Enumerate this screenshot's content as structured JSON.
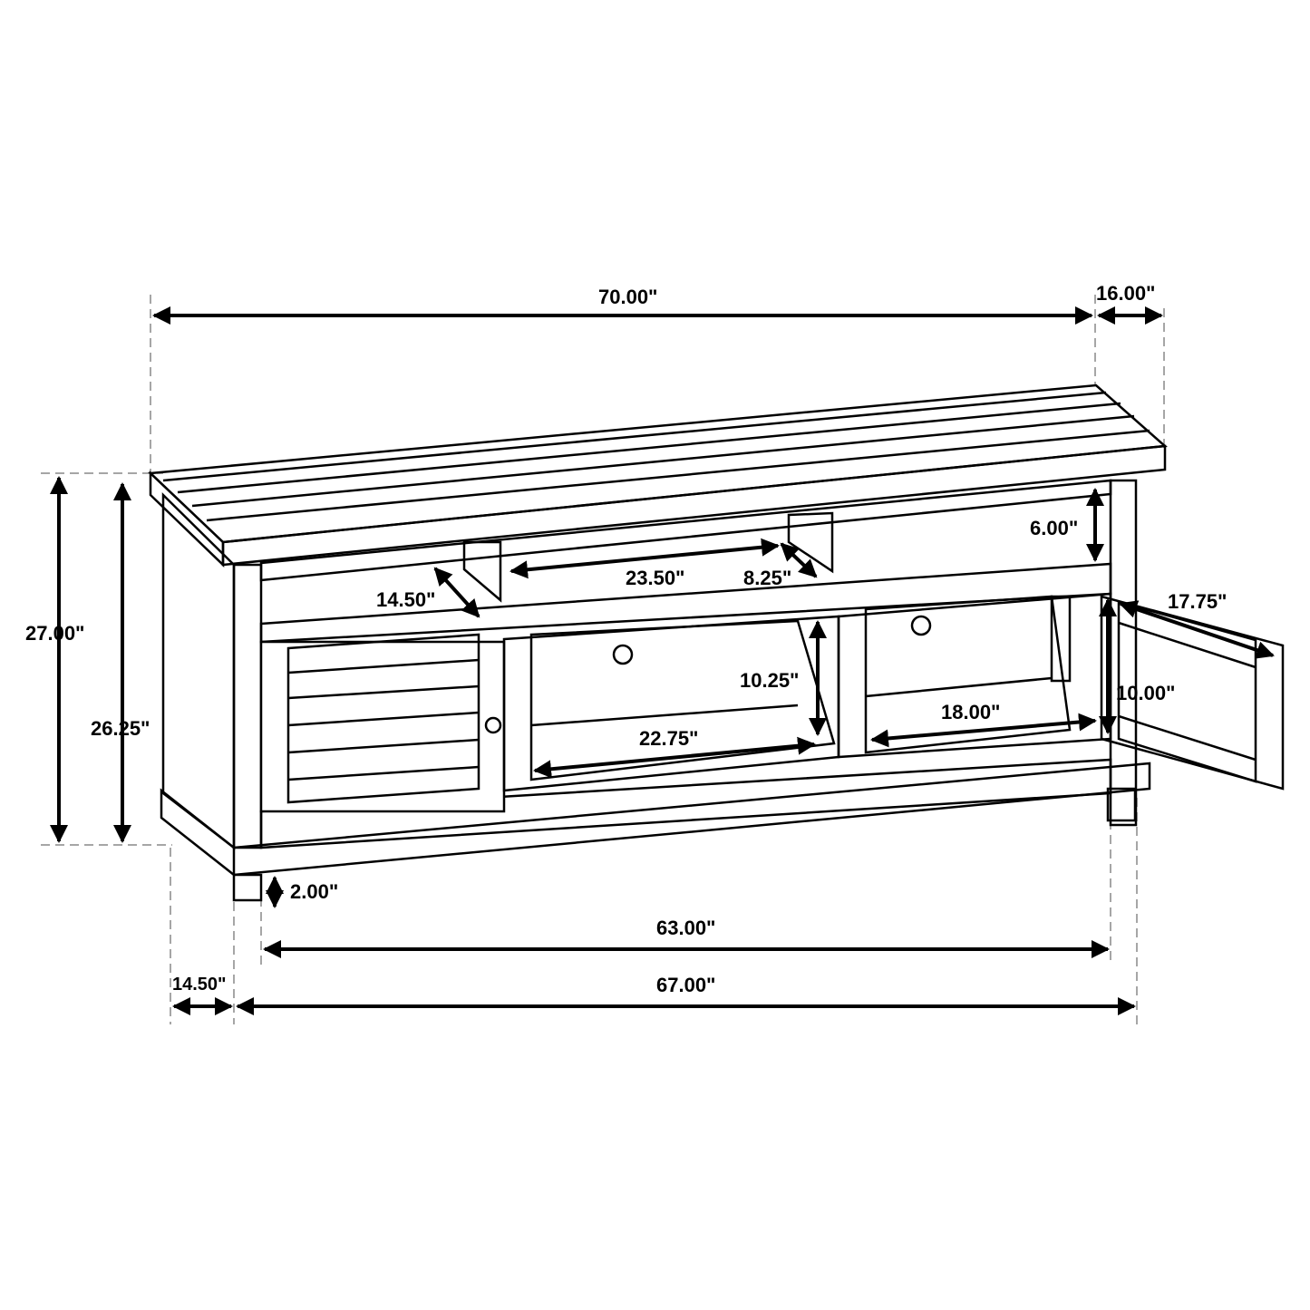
{
  "diagram": {
    "subject": "TV console / media stand dimension drawing",
    "line_color": "#000000",
    "background": "#ffffff",
    "dimensions": {
      "overall_width": "70.00\"",
      "overall_depth": "16.00\"",
      "overall_height": "27.00\"",
      "body_height": "26.25\"",
      "shelf_depth": "14.50\"",
      "top_opening_width": "23.50\"",
      "top_opening_height_side": "8.25\"",
      "side_cubby_height": "6.00\"",
      "door_width": "17.75\"",
      "door_opening_height": "10.00\"",
      "center_opening_height": "10.25\"",
      "center_opening_width": "22.75\"",
      "right_opening_width": "18.00\"",
      "leg_height": "2.00\"",
      "inner_base_width": "63.00\"",
      "base_width": "67.00\"",
      "base_depth": "14.50\""
    }
  }
}
